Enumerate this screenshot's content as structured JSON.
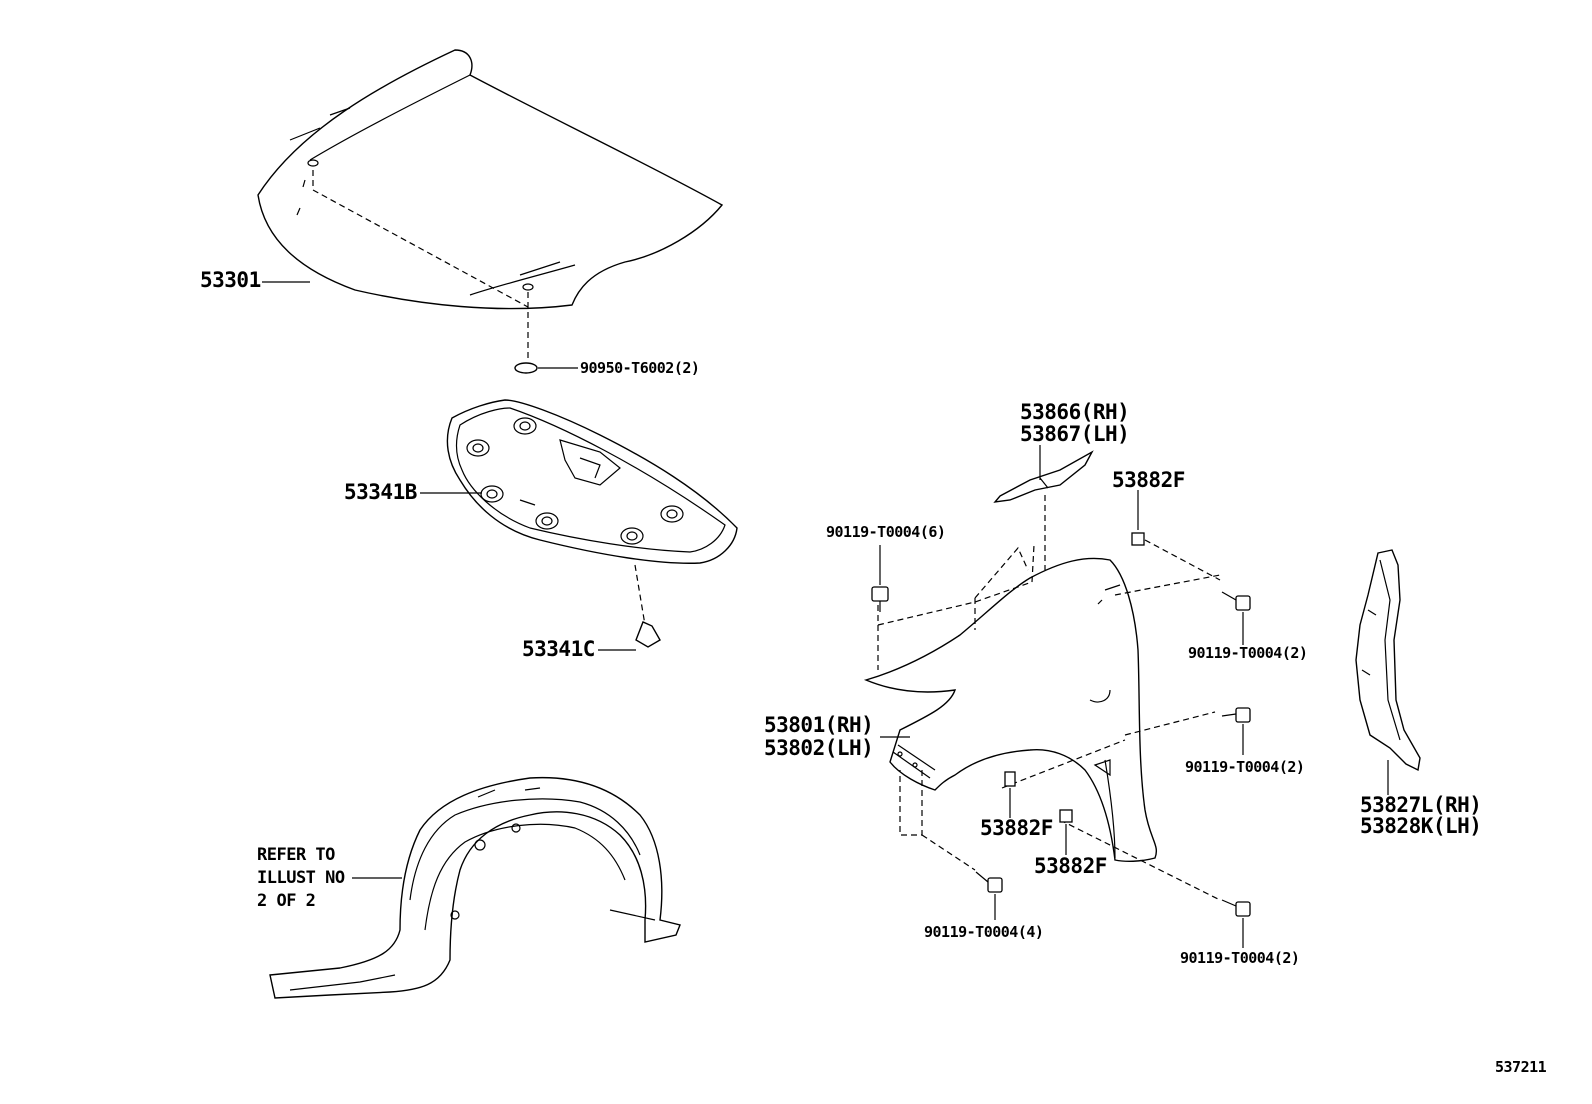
{
  "diagram_id": "537211",
  "labels": {
    "hood": "53301",
    "hood_pad_clip": "90950-T6002(2)",
    "insulator": "53341B",
    "insulator_clip": "53341C",
    "fender_seal_rh": "53866(RH)",
    "fender_seal_lh": "53867(LH)",
    "nut_top": "53882F",
    "bolt_6": "90119-T0004(6)",
    "bolt_2_upper": "90119-T0004(2)",
    "fender_rh": "53801(RH)",
    "fender_lh": "53802(LH)",
    "bolt_2_middle": "90119-T0004(2)",
    "nut_middle": "53882F",
    "nut_lower": "53882F",
    "bolt_4": "90119-T0004(4)",
    "bolt_2_lower": "90119-T0004(2)",
    "protector_rh": "53827L(RH)",
    "protector_lh": "53828K(LH)",
    "refer_line1": "REFER TO",
    "refer_line2": "ILLUST NO",
    "refer_line3": "2 OF 2"
  }
}
